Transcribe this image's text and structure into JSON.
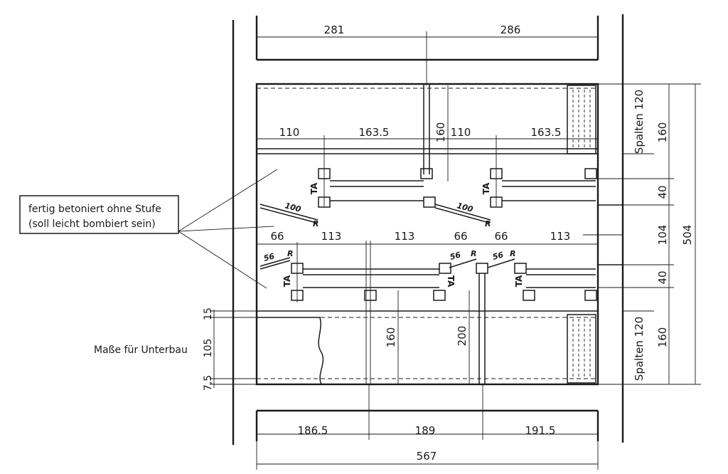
{
  "top_dims": [
    "281",
    "286"
  ],
  "row1_dims": [
    "110",
    "163.5",
    "110",
    "163.5"
  ],
  "row2_dims": [
    "66",
    "113",
    "113",
    "66",
    "66",
    "113"
  ],
  "bottom_dims": [
    "186.5",
    "189",
    "191.5"
  ],
  "total_width": "567",
  "vertical_inner": [
    "160",
    "160",
    "200"
  ],
  "right_dims": [
    "160",
    "40",
    "104",
    "40",
    "160"
  ],
  "total_height": "504",
  "left_dims": [
    "15",
    "105",
    "7,5"
  ],
  "spalten_label": "Spalten 120",
  "note_lines": [
    "fertig betoniert ohne Stufe",
    "(soll leicht bombiert sein)"
  ],
  "unterbau_label": "Maße für Unterbau",
  "small_labels": {
    "r100": "100",
    "r56": "56",
    "ta": "TA",
    "r": "R"
  }
}
